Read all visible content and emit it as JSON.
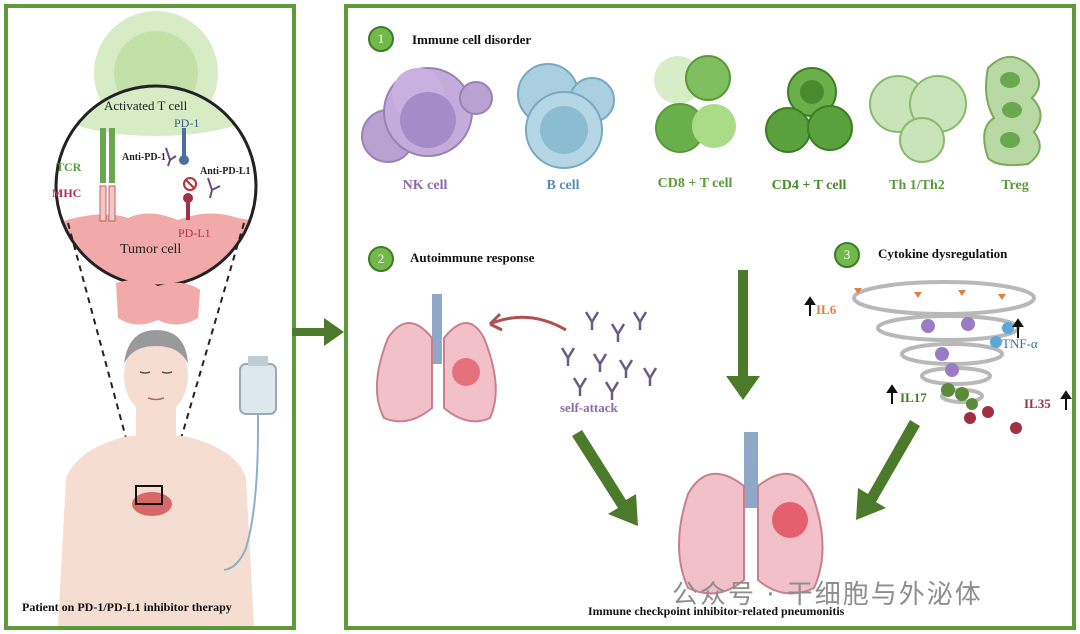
{
  "left": {
    "activated_t_cell": "Activated T cell",
    "pd1": "PD-1",
    "tcr": "TCR",
    "anti_pd1": "Anti-PD-1",
    "anti_pdl1": "Anti-PD-L1",
    "mhc": "MHC",
    "pdl1": "PD-L1",
    "tumor_cell": "Tumor cell",
    "caption": "Patient on PD-1/PD-L1 inhibitor therapy"
  },
  "right": {
    "section1": {
      "number": "1",
      "title": "Immune cell disorder"
    },
    "cells": [
      {
        "label": "NK cell",
        "color": "#8a6aa8"
      },
      {
        "label": "B cell",
        "color": "#5b8db0"
      },
      {
        "label": "CD8 + T cell",
        "color": "#5a9a3a"
      },
      {
        "label": "CD4 + T cell",
        "color": "#4a8a2e"
      },
      {
        "label": "Th 1/Th2",
        "color": "#5a9a3a"
      },
      {
        "label": "Treg",
        "color": "#5a9a3a"
      }
    ],
    "section2": {
      "number": "2",
      "title": "Autoimmune response",
      "self_attack": "self-attack"
    },
    "section3": {
      "number": "3",
      "title": "Cytokine dysregulation",
      "il6": "IL6",
      "tnf": "TNF-α",
      "il17": "IL17",
      "il35": "IL35"
    },
    "bottom_caption": "Immune checkpoint inhibitor-related pneumonitis"
  },
  "watermark": "公众号 · 干细胞与外泌体",
  "colors": {
    "border": "#5f9a3a",
    "arrow": "#4a7a2a"
  }
}
